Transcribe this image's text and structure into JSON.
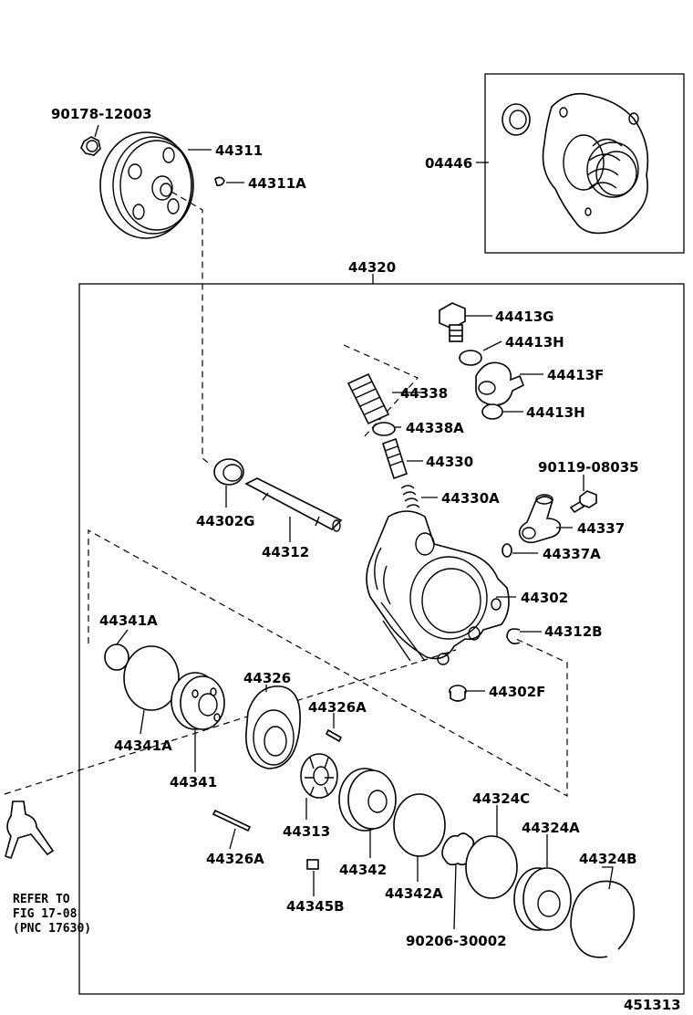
{
  "labels": {
    "p90178_12003": "90178-12003",
    "p44311": "44311",
    "p44311A": "44311A",
    "p04446": "04446",
    "p44320": "44320",
    "p44413G": "44413G",
    "p44413H_top": "44413H",
    "p44413F": "44413F",
    "p44338": "44338",
    "p44413H_bot": "44413H",
    "p44338A": "44338A",
    "p44330": "44330",
    "p90119_08035": "90119-08035",
    "p44302G": "44302G",
    "p44330A": "44330A",
    "p44337": "44337",
    "p44312": "44312",
    "p44337A": "44337A",
    "p44302": "44302",
    "p44341A_top": "44341A",
    "p44312B": "44312B",
    "p44326": "44326",
    "p44302F": "44302F",
    "p44326A_top": "44326A",
    "p44341A_bot": "44341A",
    "p44341": "44341",
    "p44324C": "44324C",
    "p44313": "44313",
    "p44324A": "44324A",
    "p44326A_bot": "44326A",
    "p44342": "44342",
    "p44324B": "44324B",
    "p44342A": "44342A",
    "p44345B": "44345B",
    "p90206_30002": "90206-30002",
    "refer1": "REFER TO",
    "refer2": "FIG 17-08",
    "refer3": "(PNC 17630)",
    "figno": "451313"
  }
}
